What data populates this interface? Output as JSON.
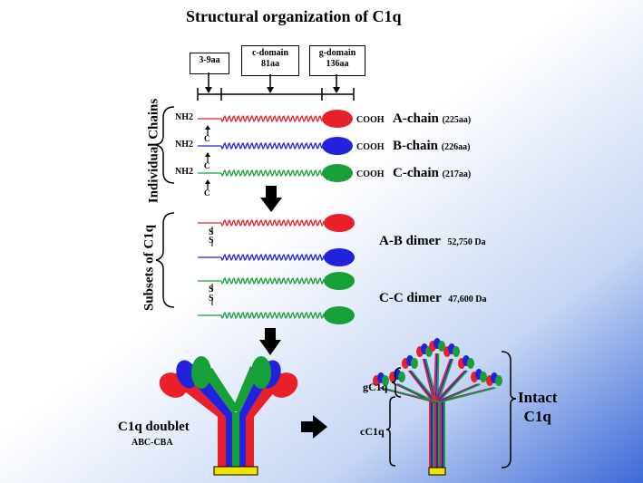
{
  "title": "Structural organization of C1q",
  "domains": [
    {
      "line1": "3-9aa",
      "line2": ""
    },
    {
      "line1": "c-domain",
      "line2": "81aa"
    },
    {
      "line1": "g-domain",
      "line2": "136aa"
    }
  ],
  "section_labels": {
    "individual": "Individual Chains",
    "subsets": "Subsets of C1q"
  },
  "terminal": {
    "n": "NH2",
    "c": "COOH",
    "cys": "C",
    "s": "S"
  },
  "chains": [
    {
      "name": "A-chain",
      "length": "(225aa)",
      "color": "#e8202a"
    },
    {
      "name": "B-chain",
      "length": "(226aa)",
      "color": "#2222dd"
    },
    {
      "name": "C-chain",
      "length": "(217aa)",
      "color": "#18a038"
    }
  ],
  "dimers": [
    {
      "name": "A-B dimer",
      "mass": "52,750 Da"
    },
    {
      "name": "C-C dimer",
      "mass": "47,600 Da"
    }
  ],
  "doublet": {
    "name": "C1q doublet",
    "sub": "ABC-CBA"
  },
  "intact": {
    "gc1q": "gC1q",
    "cc1q": "cC1q",
    "line1": "Intact",
    "line2": "C1q"
  },
  "colors": {
    "red": "#e8202a",
    "blue": "#2222dd",
    "green": "#18a038",
    "yellow": "#f2e200"
  }
}
